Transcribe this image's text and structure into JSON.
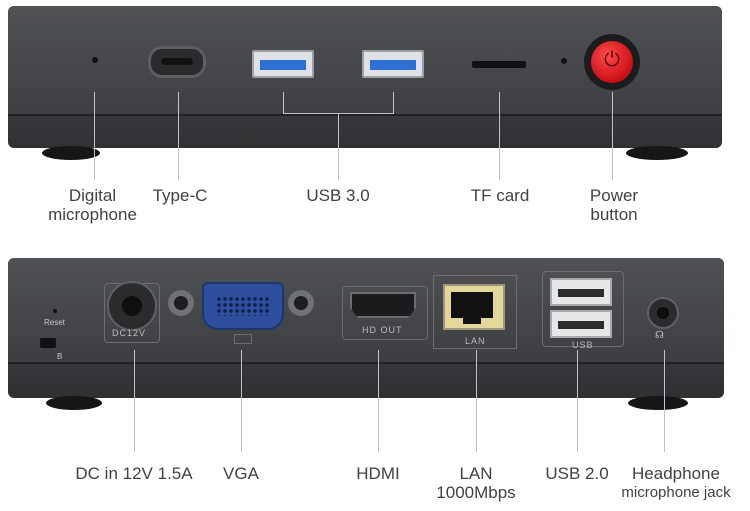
{
  "top_labels": {
    "digital_microphone": [
      "Digital",
      "microphone"
    ],
    "type_c": "Type-C",
    "usb3": "USB 3.0",
    "tf_card": "TF card",
    "power_button": [
      "Power",
      "button"
    ]
  },
  "bottom_labels": {
    "dc": "DC in 12V 1.5A",
    "vga": "VGA",
    "hdmi": "HDMI",
    "lan": [
      "LAN",
      "1000Mbps"
    ],
    "usb2": "USB 2.0",
    "headphone": [
      "Headphone",
      "microphone jack"
    ]
  },
  "port_captions": {
    "reset": "Reset",
    "reset_b": "B",
    "dc12v": "DC12V",
    "hd_out": "HD OUT",
    "lan": "LAN",
    "usb": "USB"
  },
  "colors": {
    "power_button": "#d41a1f",
    "usb3_tongue": "#2e6fd6",
    "vga_body": "#2d4f9e",
    "lan_body": "#e4d79a",
    "chassis": "#3f4245"
  }
}
